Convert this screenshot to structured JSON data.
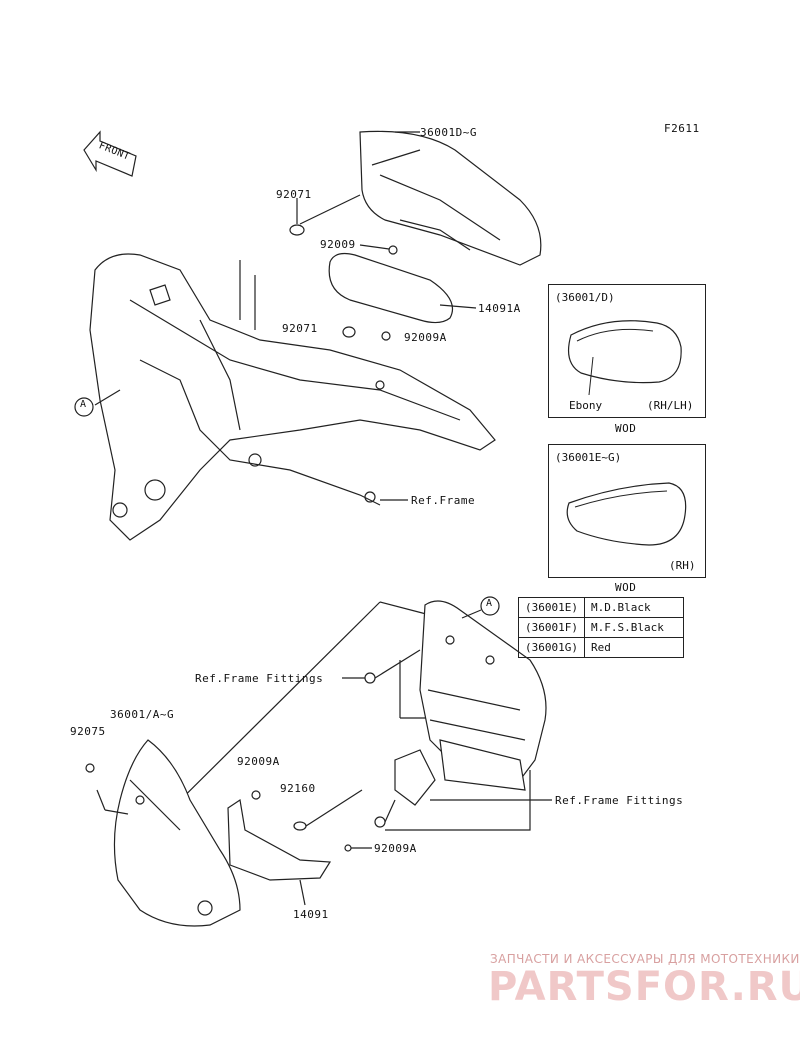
{
  "figure_code": "F2611",
  "front_badge": "FRONT",
  "callouts": {
    "p36001DG": "36001D~G",
    "p92071_top": "92071",
    "p92009": "92009",
    "p14091A": "14091A",
    "p92071_mid": "92071",
    "p92009A_mid": "92009A",
    "ref_frame": "Ref.Frame",
    "circle_a_top": "A",
    "circle_a_bottom": "A",
    "ref_frame_fittings_1": "Ref.Frame Fittings",
    "p36001AG": "36001/A~G",
    "p92075": "92075",
    "p92009A_low": "92009A",
    "p92160": "92160",
    "ref_frame_fittings_2": "Ref.Frame Fittings",
    "p92009A_bottom": "92009A",
    "p14091": "14091"
  },
  "inset_1": {
    "code": "(36001/D)",
    "note": "Ebony",
    "side": "(RH/LH)",
    "caption": "WOD"
  },
  "inset_2": {
    "code": "(36001E~G)",
    "side": "(RH)",
    "caption": "WOD"
  },
  "color_table": [
    {
      "code": "(36001E)",
      "color": "M.D.Black"
    },
    {
      "code": "(36001F)",
      "color": "M.F.S.Black"
    },
    {
      "code": "(36001G)",
      "color": "Red"
    }
  ],
  "watermark": {
    "tagline": "ЗАПЧАСТИ И АКСЕССУАРЫ ДЛЯ МОТОТЕХНИКИ",
    "brand": "PARTSFOR.RU"
  }
}
